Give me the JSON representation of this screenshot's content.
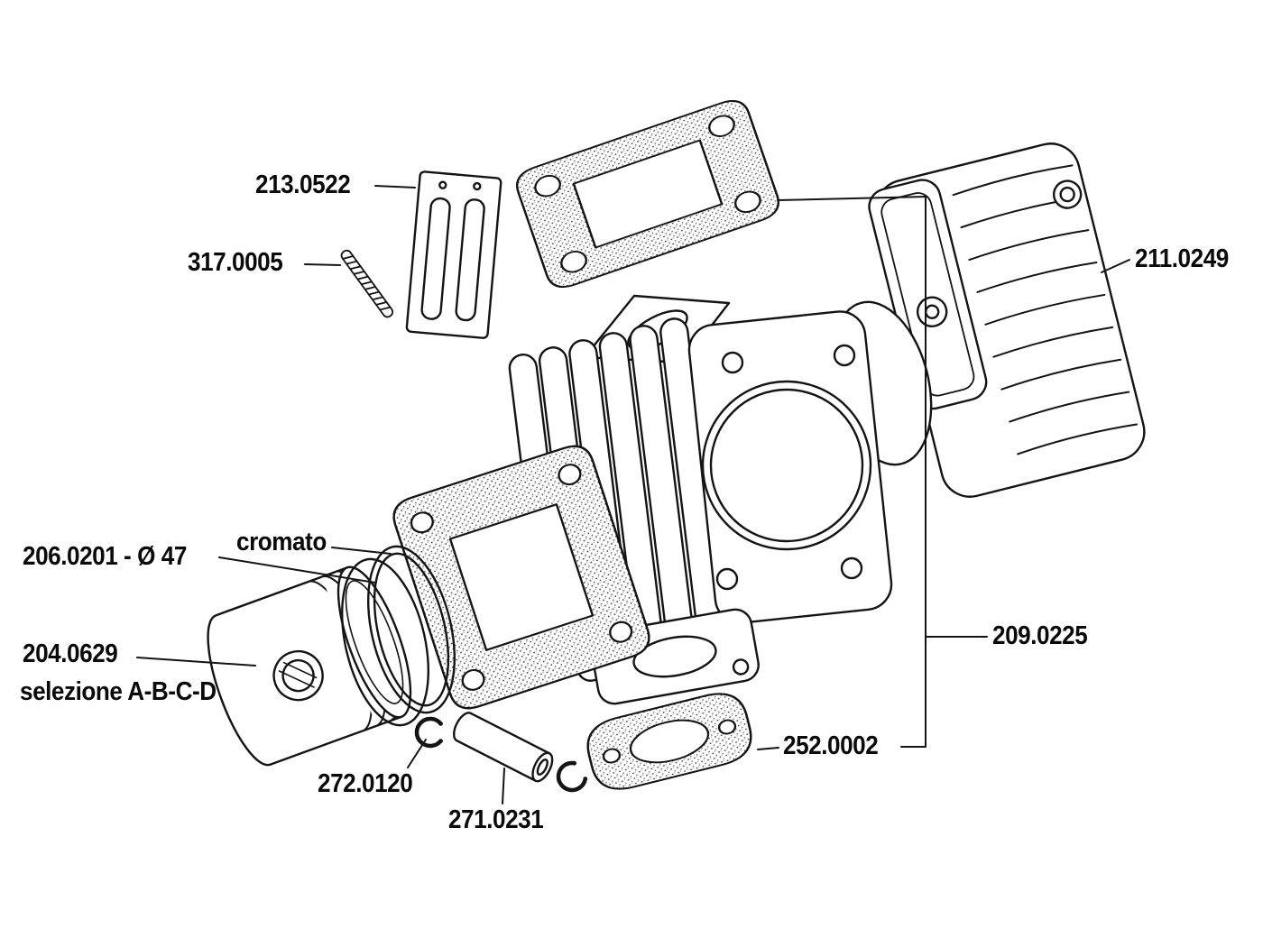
{
  "page": {
    "background": "#ffffff",
    "ink": "#141414"
  },
  "diagram": {
    "type": "exploded-parts-diagram",
    "labels": {
      "reed_petals": "213.0522",
      "stud": "317.0005",
      "cylinder_head": "211.0249",
      "piston_ring": "206.0201 - Ø 47",
      "ring_finish": "cromato",
      "piston": "204.0629",
      "piston_selection": "selezione A-B-C-D",
      "gasket_set": "209.0225",
      "exhaust_gasket": "252.0002",
      "circlips": "272.0120",
      "piston_pin": "271.0231"
    }
  }
}
